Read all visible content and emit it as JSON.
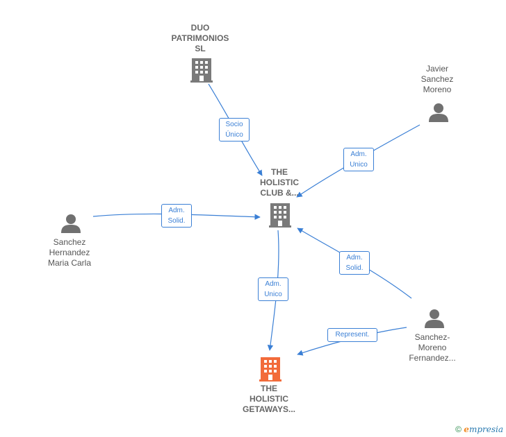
{
  "colors": {
    "edge": "#3a7fd5",
    "company_icon": "#7a7a7a",
    "person_icon": "#707070",
    "highlight_company_icon": "#f26b3a"
  },
  "nodes": {
    "duo": {
      "label": "DUO\nPATRIMONIOS\nSL",
      "type": "company"
    },
    "javier": {
      "label": "Javier\nSanchez\nMoreno",
      "type": "person"
    },
    "holistic_club": {
      "label": "THE\nHOLISTIC\nCLUB &...",
      "type": "company"
    },
    "sanchez_hernandez": {
      "label": "Sanchez\nHernandez\nMaria Carla",
      "type": "person"
    },
    "sanchez_moreno": {
      "label": "Sanchez-\nMoreno\nFernandez...",
      "type": "person"
    },
    "holistic_getaways": {
      "label": "THE\nHOLISTIC\nGETAWAYS...",
      "type": "company",
      "highlight": true
    }
  },
  "edges": {
    "e1": {
      "label": "Socio\nÚnico"
    },
    "e2": {
      "label": "Adm.\nUnico"
    },
    "e3": {
      "label": "Adm.\nSolid."
    },
    "e4": {
      "label": "Adm.\nUnico"
    },
    "e5": {
      "label": "Adm.\nSolid."
    },
    "e6": {
      "label": "Represent."
    }
  },
  "brand": {
    "symbol": "©",
    "name_initial": "e",
    "name_rest": "mpresia"
  }
}
